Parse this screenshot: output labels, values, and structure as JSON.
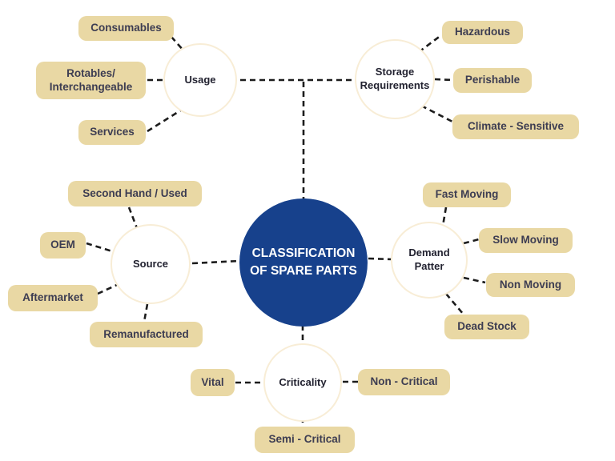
{
  "center": {
    "title": "CLASSIFICATION OF SPARE PARTS"
  },
  "colors": {
    "background": "#ffffff",
    "center_bg": "#17418c",
    "center_text": "#ffffff",
    "node_bg": "#e9d8a4",
    "node_text": "#3d3d52",
    "topic_text": "#222230",
    "topic_border": "#f8edd6",
    "connector": "#1c1c1c"
  },
  "branches": [
    {
      "label": "Usage",
      "items": [
        "Consumables",
        "Rotables/ Interchangeable",
        "Services"
      ]
    },
    {
      "label": "Storage Requirements",
      "items": [
        "Hazardous",
        "Perishable",
        "Climate - Sensitive"
      ]
    },
    {
      "label": "Source",
      "items": [
        "Second Hand / Used",
        "OEM",
        "Aftermarket",
        "Remanufactured"
      ]
    },
    {
      "label": "Demand Patter",
      "items": [
        "Fast Moving",
        "Slow Moving",
        "Non Moving",
        "Dead Stock"
      ]
    },
    {
      "label": "Criticality",
      "items": [
        "Vital",
        "Non - Critical",
        "Semi - Critical"
      ]
    }
  ]
}
